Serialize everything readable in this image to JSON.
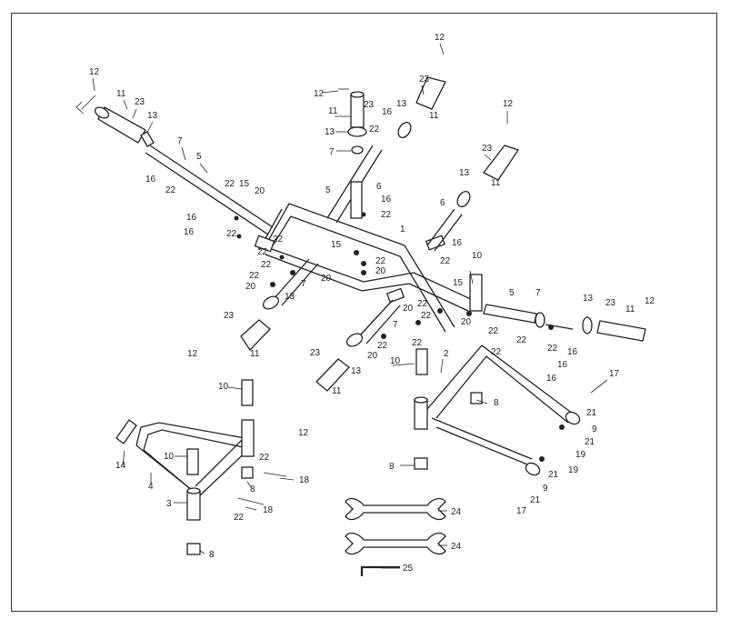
{
  "labels": {
    "n1": "1",
    "n2": "2",
    "n3": "3",
    "n4": "4",
    "n5": "5",
    "n6": "6",
    "n7": "7",
    "n8": "8",
    "n9": "9",
    "n10": "10",
    "n11": "11",
    "n12": "12",
    "n13": "13",
    "n14": "14",
    "n15": "15",
    "n16": "16",
    "n17": "17",
    "n18": "18",
    "n19": "19",
    "n20": "20",
    "n21": "21",
    "n22": "22",
    "n23": "23",
    "n24": "24",
    "n25": "25"
  }
}
